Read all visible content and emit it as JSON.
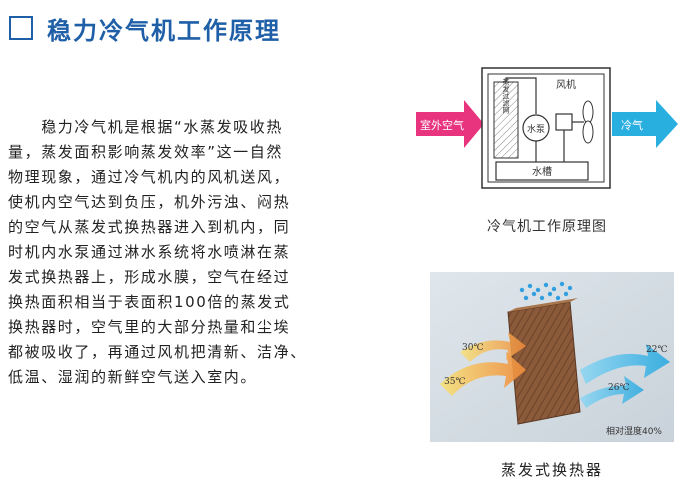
{
  "page": {
    "title": "稳力冷气机工作原理",
    "body_lines": [
      "　　稳力冷气机是根据“水蒸发吸收热",
      "量，蒸发面积影响蒸发效率”这一自然",
      "物理现象，通过冷气机内的风机送风，",
      "使机内空气达到负压，机外污浊、闷热",
      "的空气从蒸发式换热器进入到机内，同",
      "时机内水泵通过淋水系统将水喷淋在蒸",
      "发式换热器上，形成水膜，空气在经过",
      "换热面积相当于表面积100倍的蒸发式",
      "换热器时，空气里的大部分热量和尘埃",
      "都被吸收了，再通过风机把清新、洁净、",
      "低温、湿润的新鲜空气送入室内。"
    ]
  },
  "diagram": {
    "inlet_label": "室外空气",
    "outlet_label": "冷气",
    "pad_label": "蒸发过滤网",
    "fan_label": "风机",
    "pump_label": "水泵",
    "tank_label": "水槽",
    "caption": "冷气机工作原理图",
    "inlet_color": "#e8337f",
    "outlet_color": "#29aee0"
  },
  "photo": {
    "temp_in_high": "35℃",
    "temp_in_low": "30℃",
    "temp_out_mid": "26℃",
    "temp_out_low": "22℃",
    "humidity": "相对湿度40%",
    "caption": "蒸发式换热器"
  }
}
